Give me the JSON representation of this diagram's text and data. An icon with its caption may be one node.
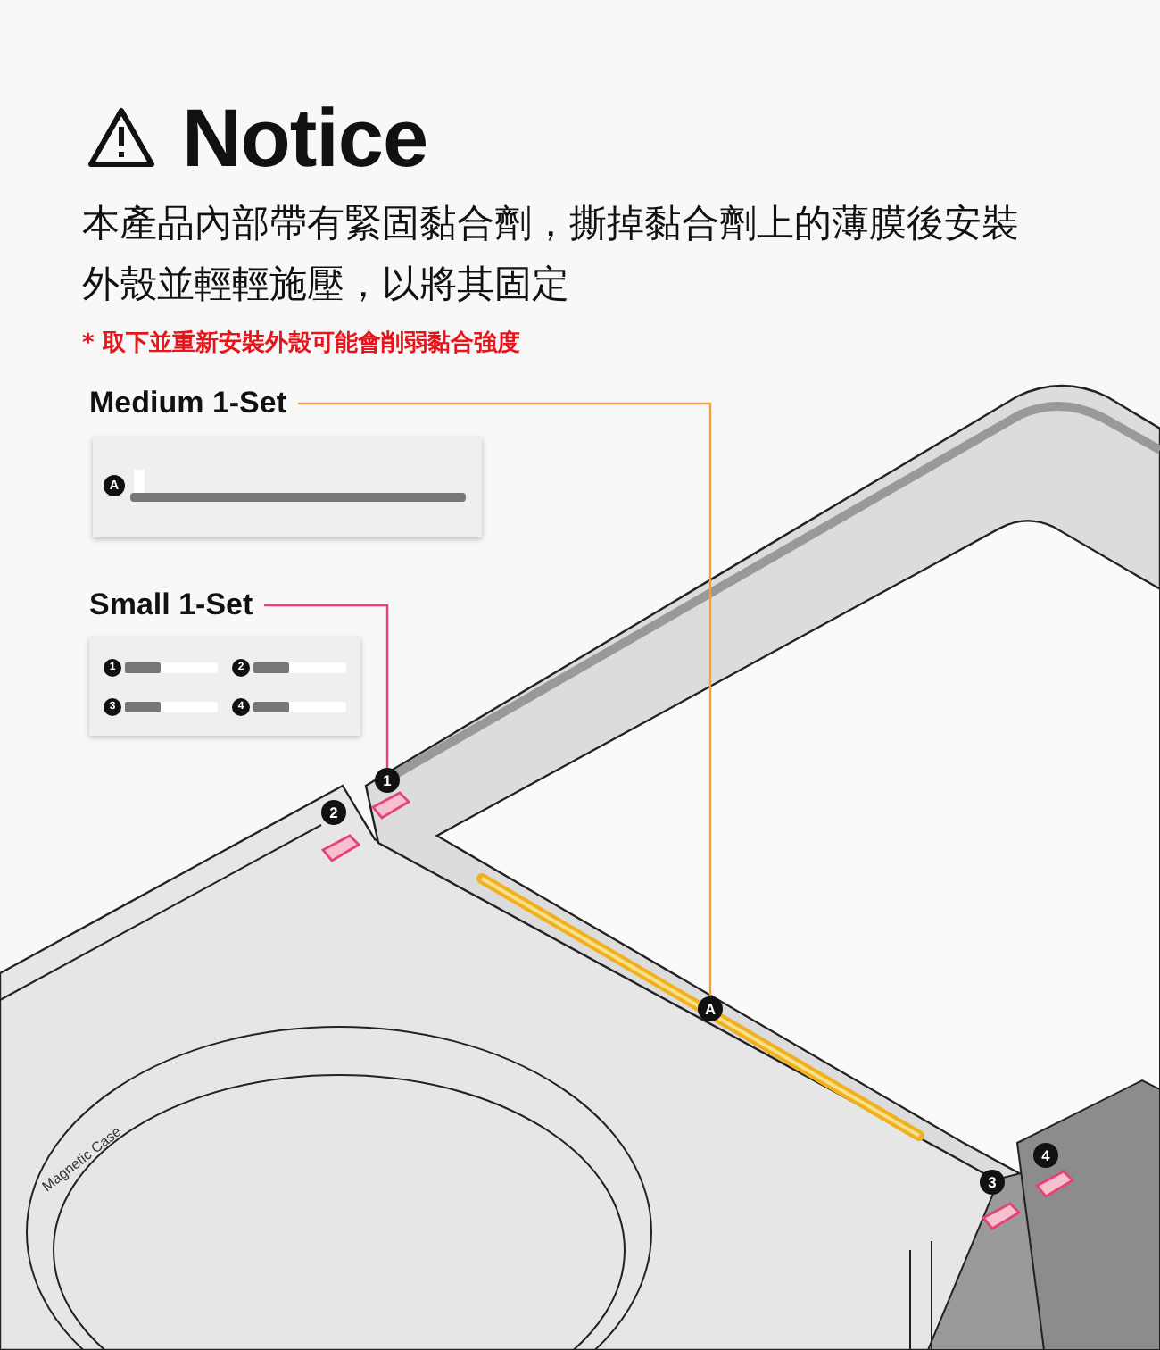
{
  "diagram": {
    "title": "Notice",
    "nodes": [
      {
        "text": [
          "Medium 1-Set"
        ]
      },
      {
        "text": [
          "A"
        ]
      },
      {
        "text": [
          "Small 1-Set"
        ]
      },
      {
        "text": [
          "1",
          "2",
          "3",
          "4"
        ]
      },
      {
        "text": [
          "A"
        ]
      },
      {
        "text": [
          "1"
        ]
      },
      {
        "text": [
          "2"
        ]
      },
      {
        "text": [
          "3"
        ]
      },
      {
        "text": [
          "4"
        ]
      }
    ],
    "edges": [
      {
        "from": 0,
        "to": 4,
        "arrow": "none",
        "color": "#f0a040"
      },
      {
        "from": 2,
        "to": 5,
        "arrow": "none",
        "color": "#e8407a"
      }
    ],
    "labels": [
      "本產品內部帶有緊固黏合劑，撕掉黏合劑上的薄膜後安裝外殼並輕輕施壓，以將其固定",
      "* 取下並重新安裝外殼可能會削弱黏合強度",
      "Magnetic Case"
    ]
  }
}
